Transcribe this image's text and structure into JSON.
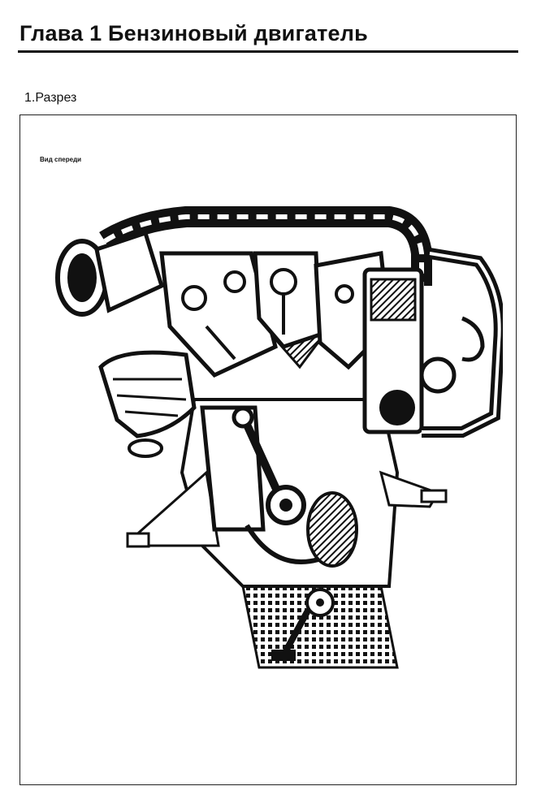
{
  "page": {
    "chapter_title": "Глава 1 Бензиновый двигатель",
    "section_heading": "1.Разрез"
  },
  "figure": {
    "caption": "Вид спереди",
    "illustration_icon": "engine-cross-section-icon"
  },
  "colors": {
    "ink": "#111111",
    "paper": "#ffffff"
  }
}
